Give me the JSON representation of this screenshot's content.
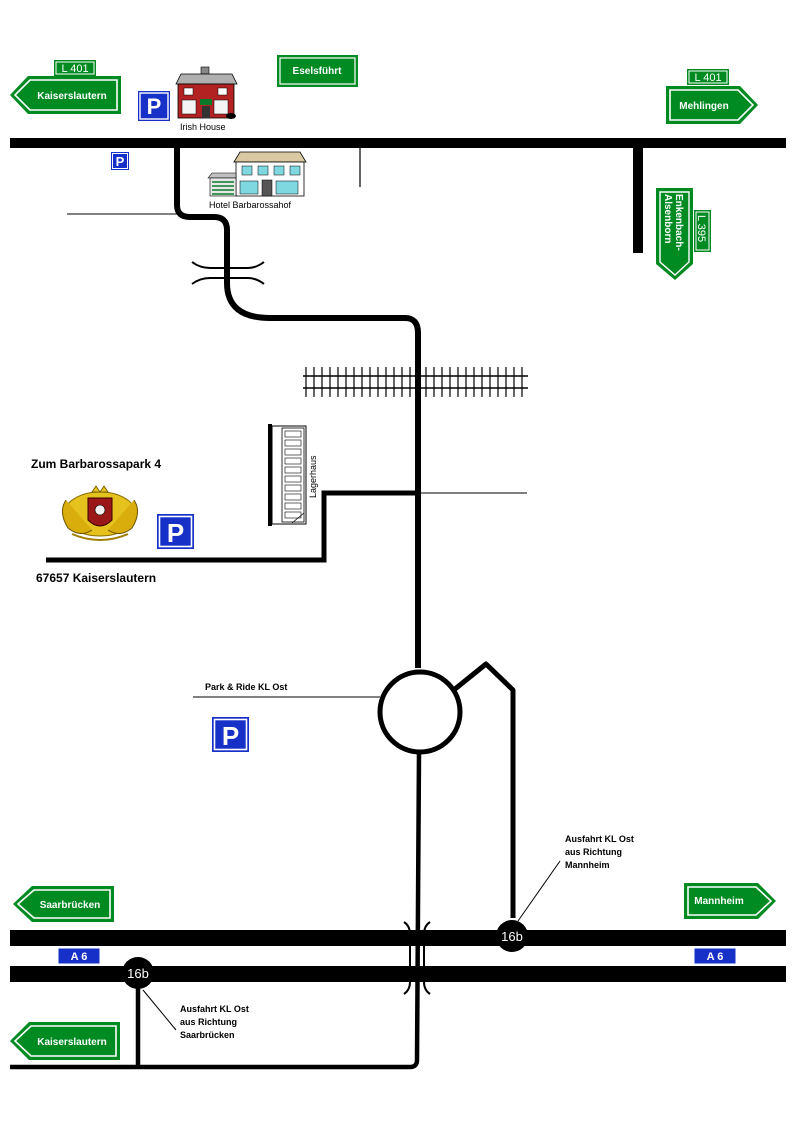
{
  "colors": {
    "sign_green": "#008a22",
    "parking_blue": "#1730c8",
    "road": "#000000"
  },
  "signs": {
    "kaiserslautern_top": "Kaiserslautern",
    "l401_left": "L 401",
    "eselsfuehrt": "Eselsführt",
    "l401_right": "L 401",
    "mehlingen": "Mehlingen",
    "enkenbach": "Enkenbach-",
    "alsenborn": "Alsenborn",
    "l395": "L 395",
    "saarbruecken": "Saarbrücken",
    "mannheim": "Mannheim",
    "kaiserslautern_bottom": "Kaiserslautern"
  },
  "highway": {
    "a6_left": "A 6",
    "a6_right": "A 6",
    "exit_right": "16b",
    "exit_left": "16b"
  },
  "parking": {
    "symbol": "P"
  },
  "buildings": {
    "irish_house": "Irish House",
    "hotel": "Hotel Barbarossahof",
    "lagerhaus": "Lagerhaus"
  },
  "address": {
    "street": "Zum Barbarossapark 4",
    "city": "67657 Kaiserslautern"
  },
  "labels": {
    "park_ride": "Park & Ride KL Ost",
    "exit_mannheim_1": "Ausfahrt KL Ost",
    "exit_mannheim_2": "aus Richtung",
    "exit_mannheim_3": "Mannheim",
    "exit_saar_1": "Ausfahrt KL Ost",
    "exit_saar_2": "aus Richtung",
    "exit_saar_3": "Saarbrücken"
  }
}
